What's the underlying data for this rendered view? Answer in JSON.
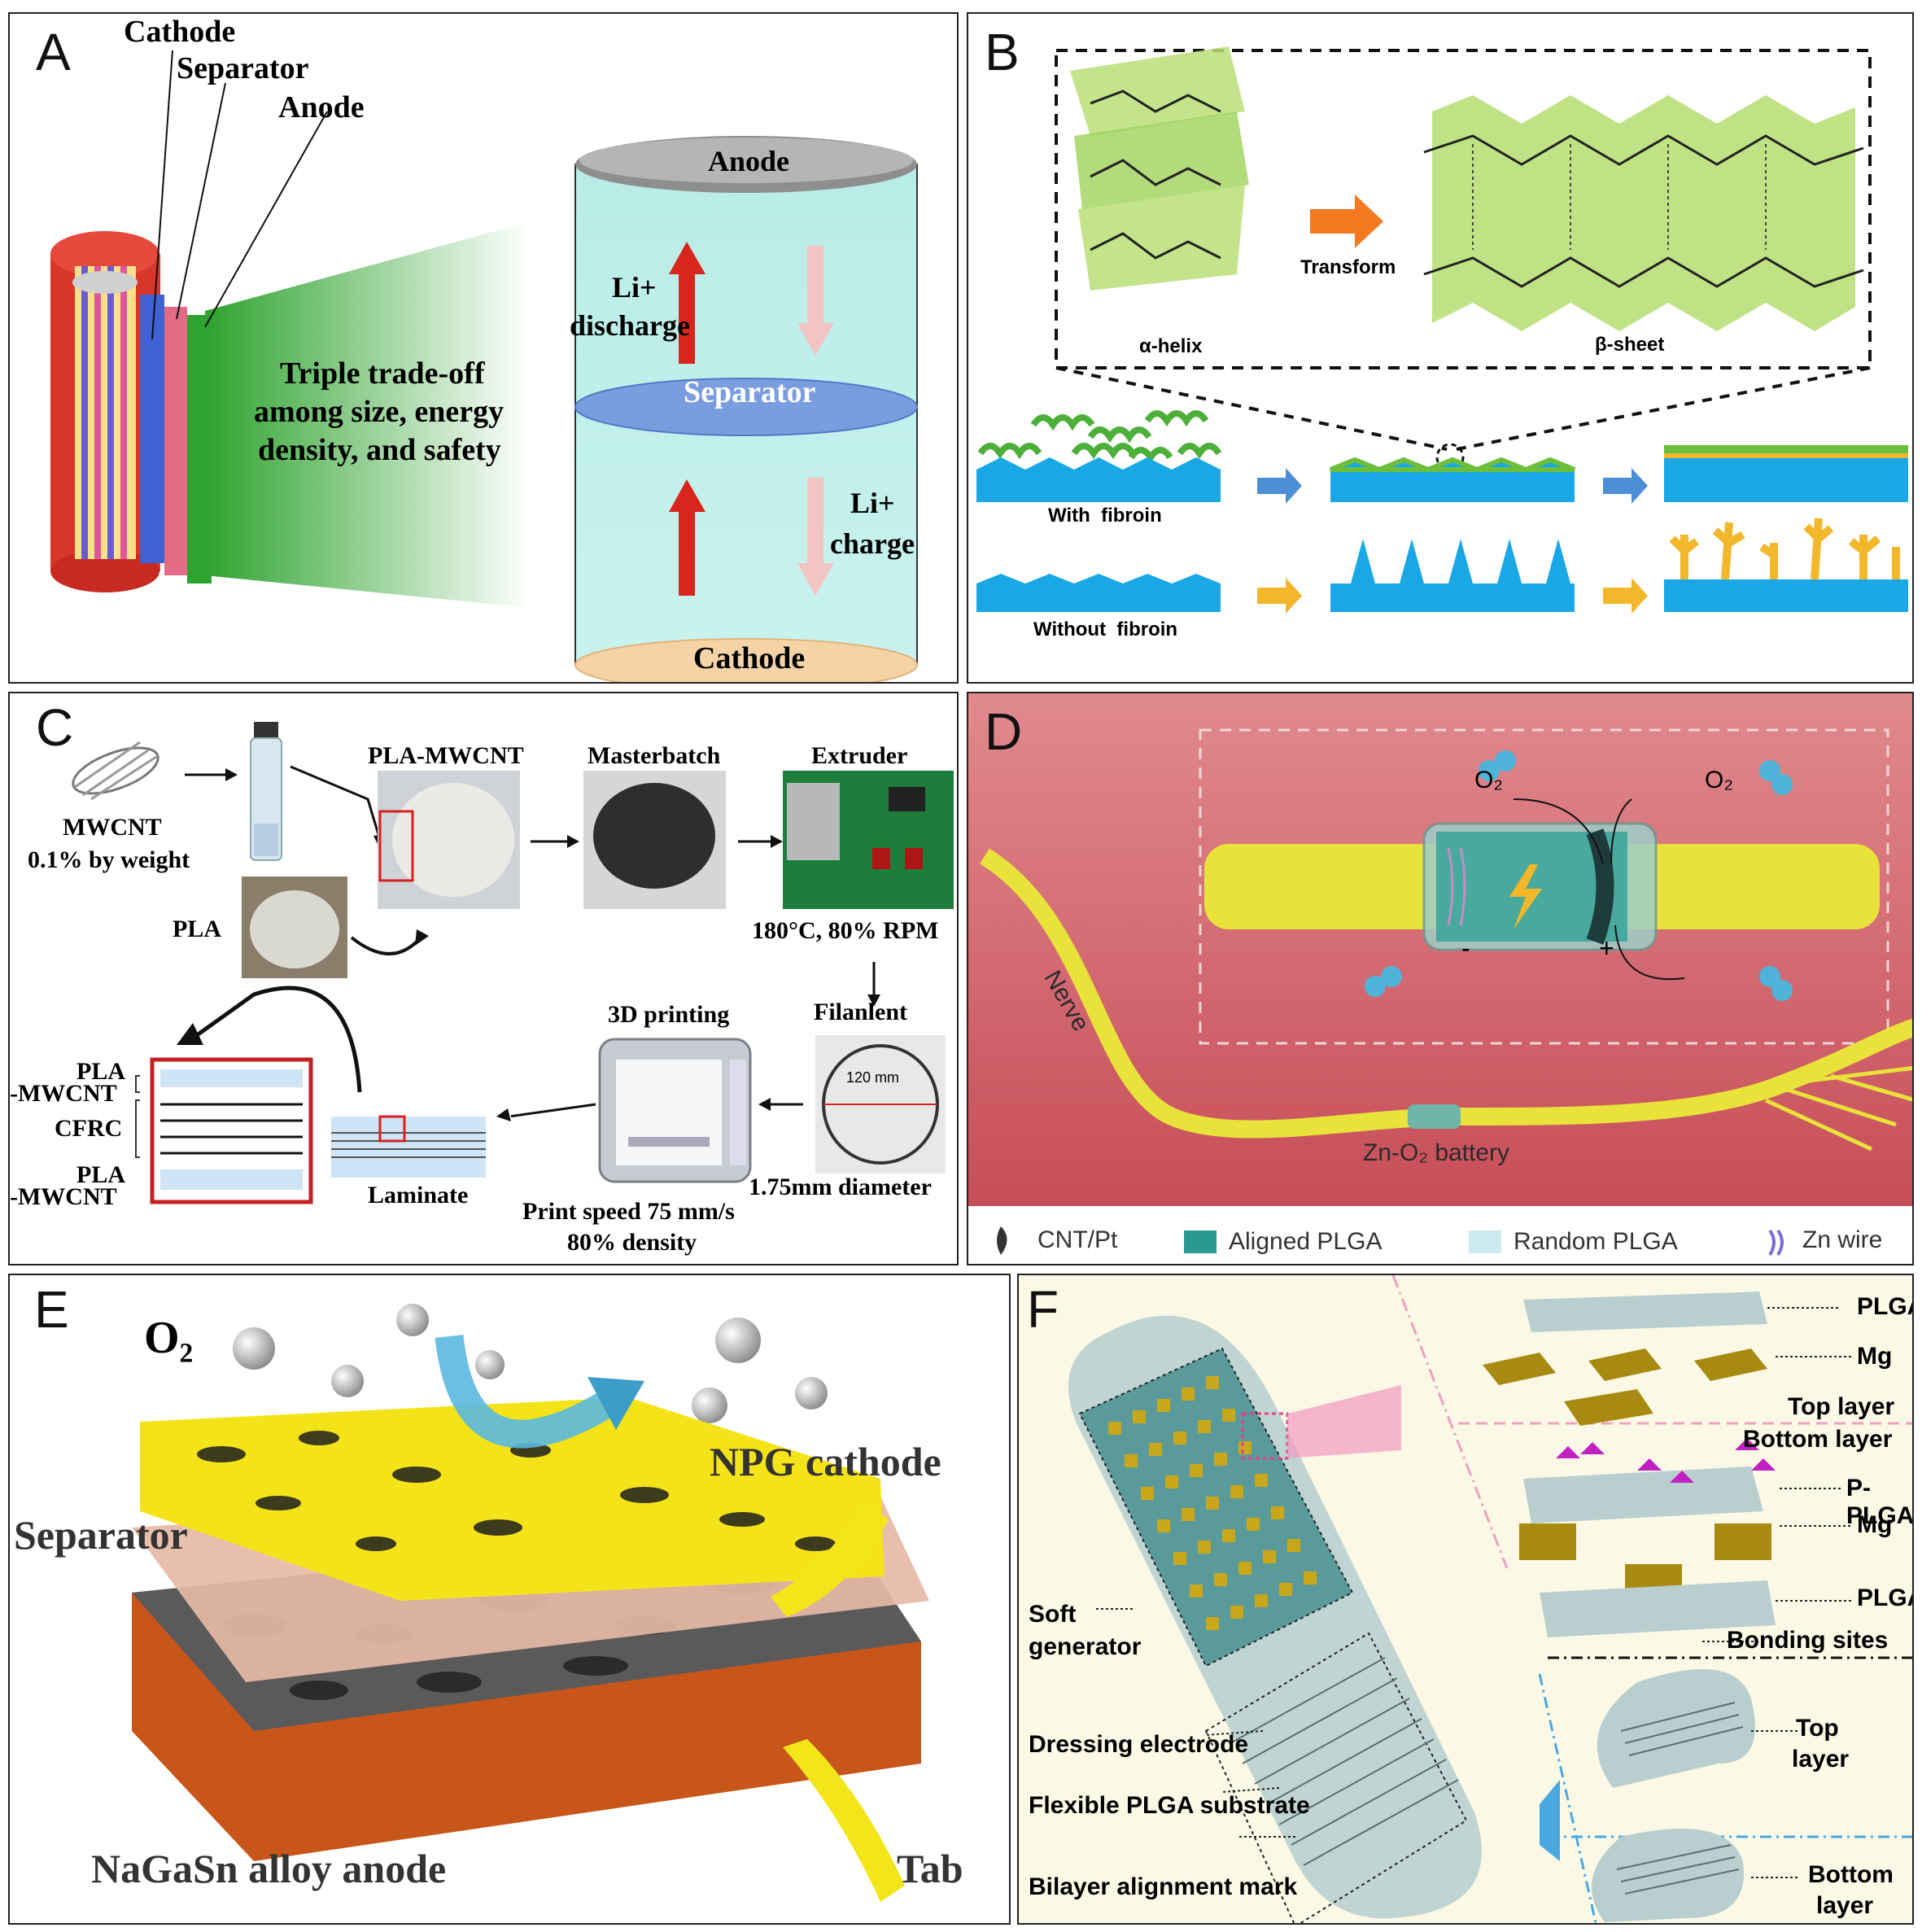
{
  "panels": {
    "a": {
      "label": "A",
      "cathode": "Cathode",
      "separator": "Separator",
      "anode": "Anode",
      "tradeoff": [
        "Triple trade-off",
        "among size, energy",
        "density, and safety"
      ],
      "cyl_anode": "Anode",
      "cyl_separator": "Separator",
      "cyl_cathode": "Cathode",
      "li_discharge": [
        "Li+",
        "discharge"
      ],
      "li_charge": [
        "Li+",
        "charge"
      ]
    },
    "b": {
      "label": "B",
      "transform": "Transform",
      "alpha": "α-helix",
      "beta": "β-sheet",
      "with_fibroin": "With  fibroin",
      "without_fibroin": "Without  fibroin"
    },
    "c": {
      "label": "C",
      "mwcnt": [
        "MWCNT",
        "0.1% by weight"
      ],
      "pla": "PLA",
      "pla_mwcnt": "PLA-MWCNT",
      "masterbatch": "Masterbatch",
      "extruder": "Extruder",
      "extruder_cond": "180°C, 80% RPM",
      "filament": "Filanlent",
      "filament_len": "120 mm",
      "filament_dia": "1.75mm diameter",
      "printing": "3D printing",
      "print_cond": [
        "Print speed 75 mm/s",
        "80% density"
      ],
      "laminate": "Laminate",
      "layer_top": [
        "PLA",
        "-MWCNT"
      ],
      "layer_mid": "CFRC",
      "layer_bot": [
        "PLA",
        "-MWCNT"
      ]
    },
    "d": {
      "label": "D",
      "o2_left": "O₂",
      "o2_right": "O₂",
      "minus": "-",
      "plus": "+",
      "nerve": "Nerve",
      "battery": "Zn-O₂ battery",
      "legend": [
        "CNT/Pt",
        "Aligned PLGA",
        "Random PLGA",
        "Zn wire"
      ]
    },
    "e": {
      "label": "E",
      "o2": "O₂",
      "npg": "NPG cathode",
      "separator": "Separator",
      "anode": "NaGaSn alloy anode",
      "tab": "Tab"
    },
    "f": {
      "label": "F",
      "plga_top": "PLGA",
      "mg_top": "Mg",
      "top_layer": "Top layer",
      "bottom_layer": "Bottom layer",
      "pplga": "P-PLGA",
      "mg_bot": "Mg",
      "plga_bot": "PLGA",
      "bonding": "Bonding sites",
      "soft_gen": [
        "Soft",
        "generator"
      ],
      "dressing": "Dressing electrode",
      "substrate": "Flexible PLGA substrate",
      "alignment": "Bilayer alignment mark",
      "top_layer2": [
        "Top",
        "layer"
      ],
      "bottom_layer2": [
        "Bottom",
        "layer"
      ]
    }
  },
  "colors": {
    "cyan_fill": "#c9f2ee",
    "red_arrow": "#d9261c",
    "pink_arrow": "#f2c4c4",
    "blue_substrate": "#1aa7e6",
    "green_fibroin": "#7dbf3a",
    "d_background": "#cf5c66",
    "nerve_yellow": "#e8e23a",
    "yellow_cathode": "#f5e31a",
    "anode_orange": "#c8561b",
    "f_background": "#fbf9e6"
  }
}
